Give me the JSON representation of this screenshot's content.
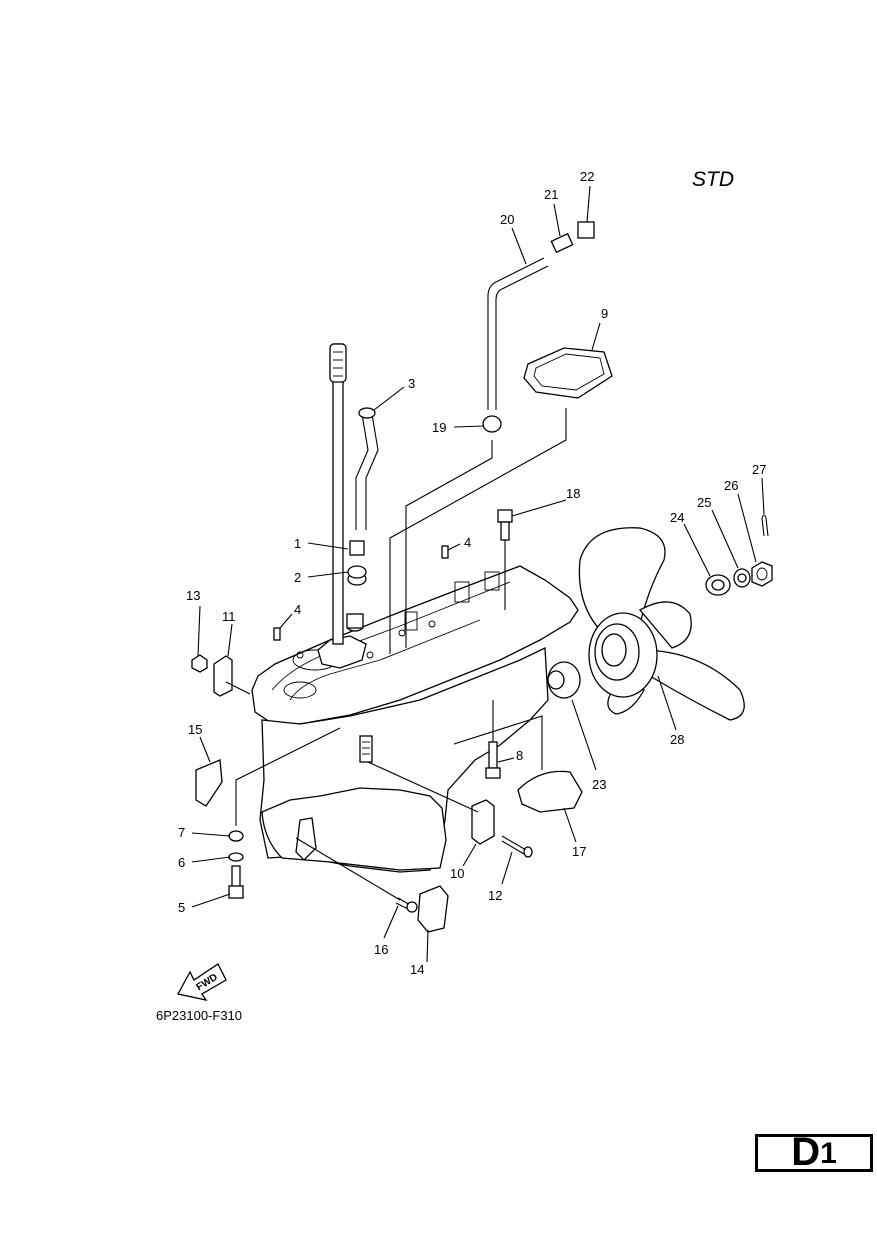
{
  "variant_label": "STD",
  "diagram_code": "6P23100-F310",
  "fwd_label": "FWD",
  "page": {
    "letter": "D",
    "number": "1"
  },
  "callouts": [
    {
      "id": "c1",
      "text": "1"
    },
    {
      "id": "c2",
      "text": "2"
    },
    {
      "id": "c3",
      "text": "3"
    },
    {
      "id": "c4a",
      "text": "4"
    },
    {
      "id": "c4b",
      "text": "4"
    },
    {
      "id": "c5",
      "text": "5"
    },
    {
      "id": "c6",
      "text": "6"
    },
    {
      "id": "c7",
      "text": "7"
    },
    {
      "id": "c8",
      "text": "8"
    },
    {
      "id": "c9",
      "text": "9"
    },
    {
      "id": "c10",
      "text": "10"
    },
    {
      "id": "c11",
      "text": "11"
    },
    {
      "id": "c12",
      "text": "12"
    },
    {
      "id": "c13",
      "text": "13"
    },
    {
      "id": "c14",
      "text": "14"
    },
    {
      "id": "c15",
      "text": "15"
    },
    {
      "id": "c16",
      "text": "16"
    },
    {
      "id": "c17",
      "text": "17"
    },
    {
      "id": "c18",
      "text": "18"
    },
    {
      "id": "c19",
      "text": "19"
    },
    {
      "id": "c20",
      "text": "20"
    },
    {
      "id": "c21",
      "text": "21"
    },
    {
      "id": "c22",
      "text": "22"
    },
    {
      "id": "c23",
      "text": "23"
    },
    {
      "id": "c24",
      "text": "24"
    },
    {
      "id": "c25",
      "text": "25"
    },
    {
      "id": "c26",
      "text": "26"
    },
    {
      "id": "c27",
      "text": "27"
    },
    {
      "id": "c28",
      "text": "28"
    }
  ]
}
